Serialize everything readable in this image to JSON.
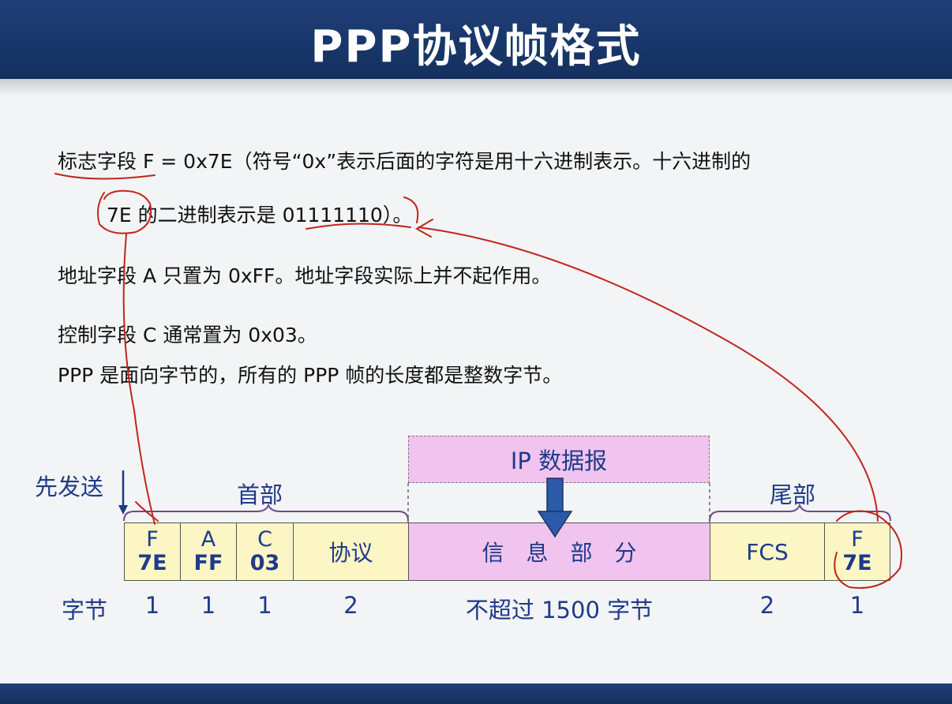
{
  "title": "PPP协议帧格式",
  "paragraphs": {
    "p1_line1": "标志字段 F = 0x7E（符号“0x”表示后面的字符是用十六进制表示。十六进制的",
    "p1_line2": "7E 的二进制表示是 01111110）。",
    "p2": "地址字段 A 只置为 0xFF。地址字段实际上并不起作用。",
    "p3": "控制字段 C 通常置为 0x03。",
    "p4": "PPP 是面向字节的，所有的 PPP 帧的长度都是整数字节。"
  },
  "diagram": {
    "send_first_label": "先发送",
    "header_label": "首部",
    "trailer_label": "尾部",
    "ip_datagram_label": "IP 数据报",
    "fields": [
      {
        "top": "F",
        "bottom": "7E",
        "bytes": "1"
      },
      {
        "top": "A",
        "bottom": "FF",
        "bytes": "1"
      },
      {
        "top": "C",
        "bottom": "03",
        "bytes": "1"
      },
      {
        "top": "协议",
        "bottom": "",
        "bytes": "2"
      },
      {
        "top": "信　息　部　分",
        "bottom": "",
        "bytes": "不超过 1500 字节"
      },
      {
        "top": "FCS",
        "bottom": "",
        "bytes": "2"
      },
      {
        "top": "F",
        "bottom": "7E",
        "bytes": "1"
      }
    ],
    "bytes_row_label": "字节"
  },
  "colors": {
    "title_bar": "#1f3f78",
    "field_yellow": "#fbf6c4",
    "field_pink": "#f0c4ee",
    "label_blue": "#1e3a8a",
    "annotation_red": "#c0261d"
  }
}
